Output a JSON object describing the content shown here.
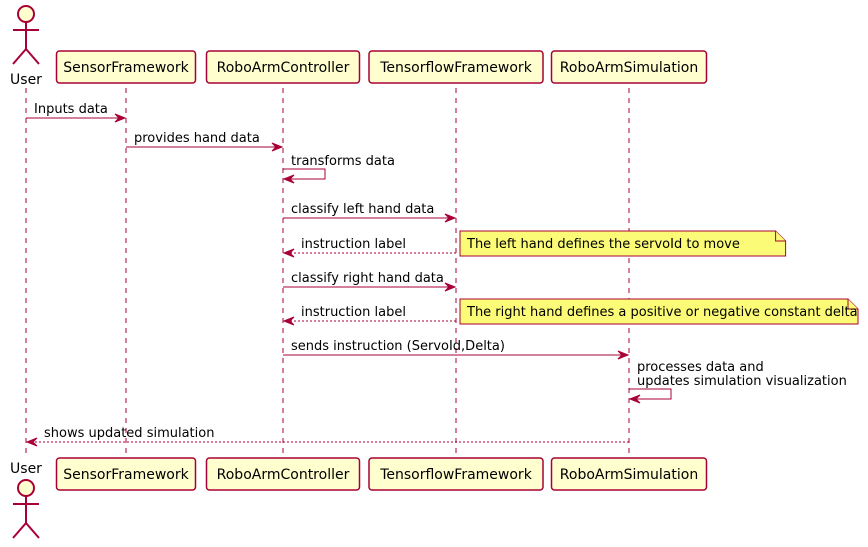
{
  "actor": {
    "name": "User"
  },
  "participants": [
    {
      "name": "SensorFramework"
    },
    {
      "name": "RoboArmController"
    },
    {
      "name": "TensorflowFramework"
    },
    {
      "name": "RoboArmSimulation"
    }
  ],
  "messages": [
    {
      "from": "User",
      "to": "SensorFramework",
      "lines": [
        "Inputs data"
      ],
      "style": "solid"
    },
    {
      "from": "SensorFramework",
      "to": "RoboArmController",
      "lines": [
        "provides hand data"
      ],
      "style": "solid"
    },
    {
      "from": "RoboArmController",
      "to": "RoboArmController",
      "lines": [
        "transforms data"
      ],
      "style": "self"
    },
    {
      "from": "RoboArmController",
      "to": "TensorflowFramework",
      "lines": [
        "classify left hand data"
      ],
      "style": "solid"
    },
    {
      "from": "TensorflowFramework",
      "to": "RoboArmController",
      "lines": [
        "instruction label"
      ],
      "style": "dashed",
      "note": "The left hand defines the servoId to move"
    },
    {
      "from": "RoboArmController",
      "to": "TensorflowFramework",
      "lines": [
        "classify right hand data"
      ],
      "style": "solid"
    },
    {
      "from": "TensorflowFramework",
      "to": "RoboArmController",
      "lines": [
        "instruction label"
      ],
      "style": "dashed",
      "note": "The right hand defines a positive or negative constant delta"
    },
    {
      "from": "RoboArmController",
      "to": "RoboArmSimulation",
      "lines": [
        "sends instruction (ServoId,Delta)"
      ],
      "style": "solid"
    },
    {
      "from": "RoboArmSimulation",
      "to": "RoboArmSimulation",
      "lines": [
        "processes data and",
        " updates simulation visualization"
      ],
      "style": "self"
    },
    {
      "from": "RoboArmSimulation",
      "to": "User",
      "lines": [
        "shows updated simulation"
      ],
      "style": "dashed"
    }
  ]
}
